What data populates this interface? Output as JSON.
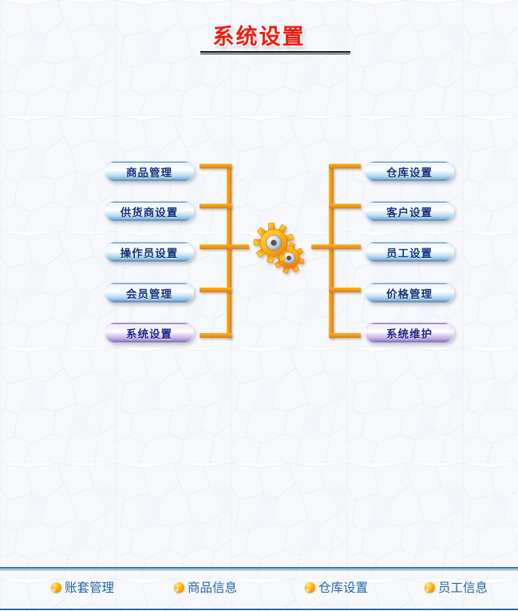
{
  "header": {
    "title": "系统设置"
  },
  "menu": {
    "left_column": [
      {
        "label": "商品管理",
        "active": false
      },
      {
        "label": "供货商设置",
        "active": false
      },
      {
        "label": "操作员设置",
        "active": false
      },
      {
        "label": "会员管理",
        "active": false
      },
      {
        "label": "系统设置",
        "active": true
      }
    ],
    "right_column": [
      {
        "label": "仓库设置",
        "active": false
      },
      {
        "label": "客户设置",
        "active": false
      },
      {
        "label": "员工设置",
        "active": false
      },
      {
        "label": "价格管理",
        "active": false
      },
      {
        "label": "系统维护",
        "active": true
      }
    ]
  },
  "center_icon": {
    "name": "gears-icon"
  },
  "status_bar": {
    "items": [
      {
        "label": "账套管理"
      },
      {
        "label": "商品信息"
      },
      {
        "label": "仓库设置"
      },
      {
        "label": "员工信息"
      }
    ]
  },
  "colors": {
    "title_red": "#ee1c10",
    "button_blue": "#12317e",
    "button_active_purple": "#6d4fa4",
    "connector_orange": "#f0951a",
    "status_blue": "#1e62a8",
    "gear_yellow": "#ffc31f"
  }
}
